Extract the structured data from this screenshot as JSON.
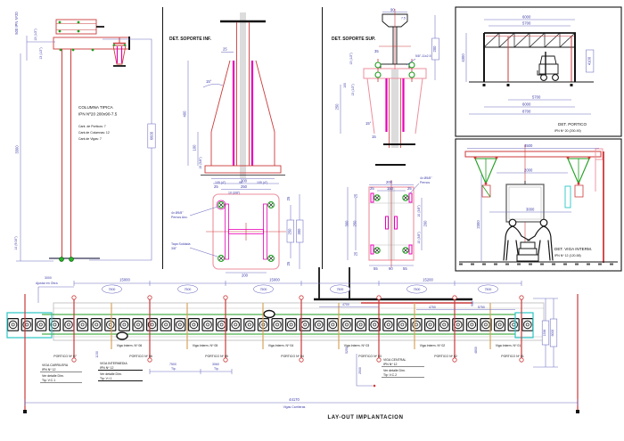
{
  "columna": {
    "title": "COLUMNA TIPICA",
    "subtitle": "IPN Nº20  200x90-7.5",
    "count_porticos": "Cant. de Porticos: 7",
    "count_columnas": "Cant.de Columnas: 12",
    "count_vigas": "Cant.de Vigas: 7",
    "dim_rail": "500  IPN Nº20",
    "dim_top_a": "13 (1/2\")",
    "dim_top_b": "13 (1/2\")",
    "dim_height_left": "3300",
    "dim_height_right": "6600",
    "dim_base": "14 (9/16\")"
  },
  "soporte_inf": {
    "title": "DET. SOPORTE INF.",
    "dim_25": "25",
    "dim_angle": "15°",
    "dim_400": "400",
    "dim_100": "100",
    "dim_105a": "105 (4\")",
    "dim_90": "90",
    "dim_105b": "105 (4\")",
    "dim_15": "15 (5/8\")",
    "plate": {
      "dim_300_top": "300",
      "dim_250_top": "250",
      "dim_25_tl": "25",
      "dim_10": "10 (3/8\")",
      "dim_200_bottom": "200",
      "dim_25_rt": "25",
      "dim_250_right": "250",
      "dim_300_right": "300",
      "dim_25_rb": "25",
      "note_bolts_1": "4x Ø5/8\"",
      "note_bolts_2": "Pernos Anc.",
      "note_weld_1": "Tapa Soldada",
      "note_weld_2": "3/8\""
    }
  },
  "soporte_sup": {
    "title": "DET. SOPORTE SUP.",
    "dim_90": "90",
    "dim_75": "7.5",
    "dim_200": "200",
    "dim_35": "35",
    "note_bolt": "5/8\"-11x2.5",
    "dim_13a": "13 (1/2\")",
    "dim_100": "100",
    "dim_13b": "13 (1/2\")",
    "dim_250": "250",
    "dim_angle": "15°",
    "dim_15": "15",
    "plate": {
      "dim_200_top": "200",
      "dim_150": "150",
      "dim_25_tl": "25",
      "dim_25_tr": "25",
      "dim_25_l": "25",
      "dim_300": "300",
      "dim_250": "250",
      "dim_25_b": "25",
      "dim_10a": "10 (3/8\")",
      "dim_200_right": "200",
      "dim_10b": "10 (3/8\")",
      "dim_55a": "55",
      "dim_90b": "90",
      "dim_55b": "55",
      "note_bolts_1": "4x Ø5/8\"",
      "note_bolts_2": "Pernos"
    }
  },
  "portico": {
    "title": "DET. PORTICO",
    "subtitle": "IPN Nº 20 (200-90)",
    "dim_6000_top": "6000",
    "dim_5700_top": "5700",
    "dim_4300": "4300",
    "dim_4100": "4100",
    "dim_5700_bot": "5700",
    "dim_6000_bot": "6000",
    "dim_8700": "8700"
  },
  "viga_interm": {
    "title": "DET. VIGA INTERM.",
    "subtitle": "IPN Nº 12 (120-58)",
    "dim_4500": "4500",
    "dim_2000": "2000",
    "dim_3000": "3000",
    "dim_2300": "2300"
  },
  "layout": {
    "title": "LAY-OUT IMPLANTACION",
    "dim_3000": "3000",
    "note_ajustar": "Ajustar en Obra",
    "span_dims": [
      "15000",
      "15000",
      "15200"
    ],
    "bay_dims": [
      "7500",
      "7500",
      "7500",
      "7500",
      "7500",
      "7500"
    ],
    "porticos": [
      "PORTICO Nº 07",
      "PORTICO Nº 06",
      "PORTICO Nº 05",
      "PORTICO Nº 04",
      "PORTICO Nº 03",
      "PORTICO Nº 02",
      "PORTICO Nº 01"
    ],
    "vigas": [
      "Viga Interm. Nº 06",
      "Viga Interm. Nº 05",
      "Viga Interm. Nº 04",
      "Viga Interm. Nº 03",
      "Viga Interm. Nº 02",
      "Viga Interm. Nº 01"
    ],
    "dim_4700": "4700",
    "dim_900": "900",
    "dim_4750": "4750",
    "dim_5750": "5750",
    "dim_1150": "1150",
    "dim_5250": "5250",
    "dim_4800": "4800",
    "dim_2500": "2500",
    "dim_7500_tip": "7500",
    "tip_a": "Tip.",
    "dim_3060": "3060",
    "tip_b": "Tip.",
    "dim_1336": "1336",
    "dim_6000": "6000",
    "note_carrilera": [
      "VIGA CARRILERA",
      "IPN Nº 12",
      "Ver detalle Dim.",
      "Tip: V.C.1"
    ],
    "note_intermedia": [
      "VIGA INTERMEDIA",
      "IPN Nº 12",
      "Ver detalle Dim.",
      "Tip: V.I.1"
    ],
    "note_central": [
      "VIGA CENTRAL",
      "IPN Nº 12",
      "Ver detalle Dim.",
      "Tip: V.C.2"
    ],
    "dim_total": "44170",
    "note_total": "Vigas Carrileras"
  }
}
